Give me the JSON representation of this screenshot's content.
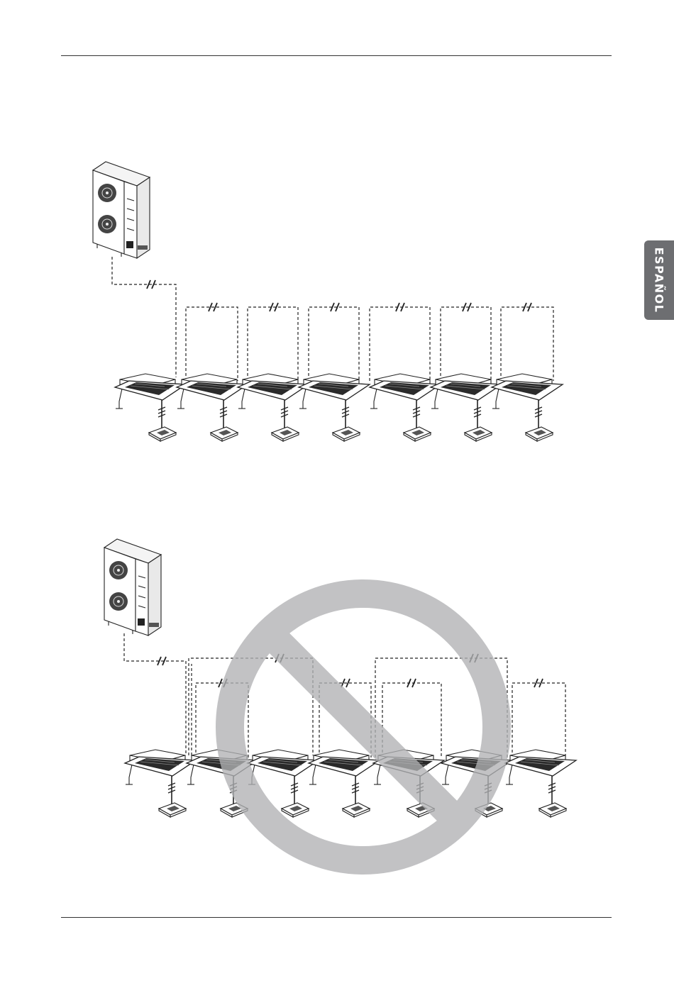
{
  "side_tab": {
    "label": "ESPAÑOL",
    "color": "#6d6e71"
  },
  "diagrams": [
    {
      "name": "correct-wiring",
      "indoor_count": 7
    },
    {
      "name": "incorrect-wiring",
      "indoor_count": 7,
      "prohibited": true,
      "prohibition_color": "#b1b2b4"
    }
  ]
}
